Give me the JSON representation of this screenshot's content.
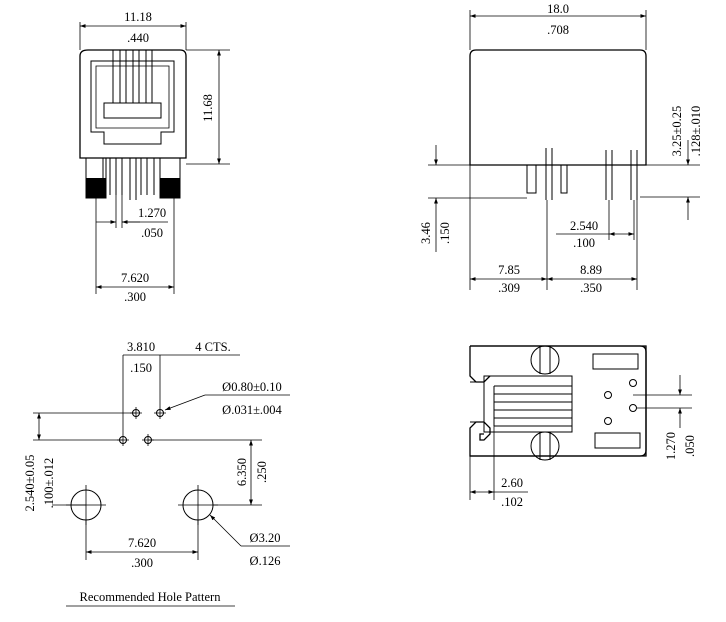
{
  "front_view": {
    "width_mm": "11.18",
    "width_in": ".440",
    "height_mm": "11.68",
    "pin_pitch_mm": "1.270",
    "pin_pitch_in": ".050",
    "post_spacing_mm": "7.620",
    "post_spacing_in": ".300"
  },
  "side_view": {
    "length_mm": "18.0",
    "length_in": ".708",
    "standoff_mm": "3.25±0.25",
    "standoff_in": ".128±.010",
    "pin_length_mm": "3.46",
    "pin_length_in": ".150",
    "pin_pitch_mm": "2.540",
    "pin_pitch_in": ".100",
    "dist1_mm": "7.85",
    "dist1_in": ".309",
    "dist2_mm": "8.89",
    "dist2_in": ".350"
  },
  "hole_pattern": {
    "pitch_mm": "3.810",
    "pitch_in": ".150",
    "note": "4 CTS.",
    "small_hole_mm": "Ø0.80±0.10",
    "small_hole_in": "Ø.031±.004",
    "row_offset_mm": "2.540±0.05",
    "row_offset_in": ".100±.012",
    "post_offset_mm": "6.350",
    "post_offset_in": ".250",
    "post_spacing_mm": "7.620",
    "post_spacing_in": ".300",
    "large_hole_mm": "Ø3.20",
    "large_hole_in": "Ø.126",
    "caption": "Recommended Hole Pattern"
  },
  "bottom_view": {
    "pitch_mm": "1.270",
    "pitch_in": ".050",
    "edge_mm": "2.60",
    "edge_in": ".102"
  }
}
